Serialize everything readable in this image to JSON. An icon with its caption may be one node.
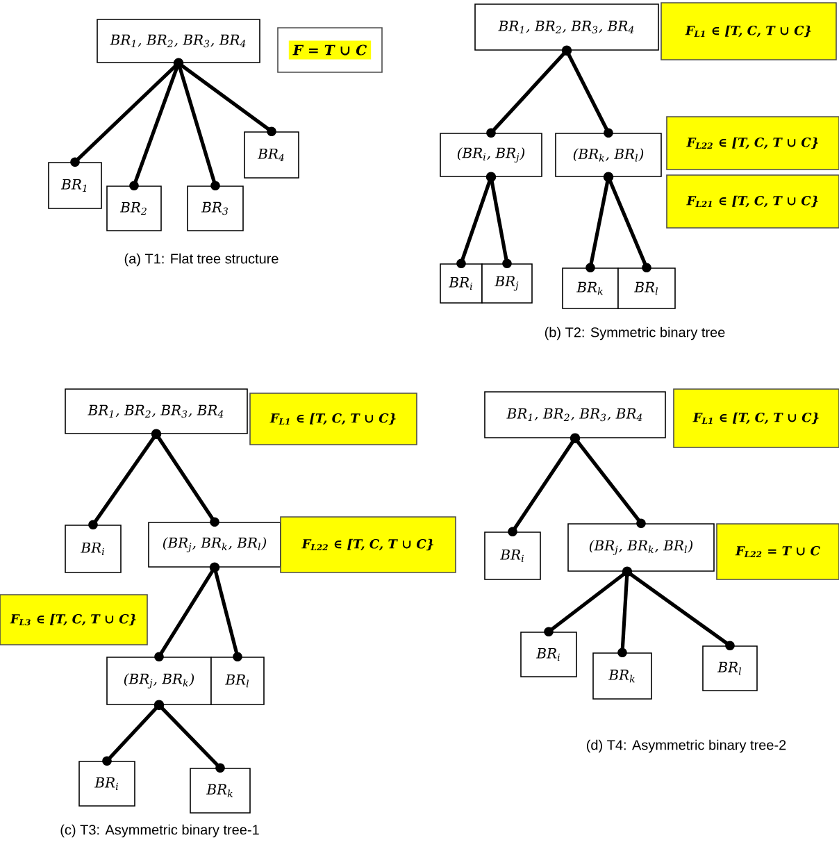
{
  "diagram": {
    "nodes": [
      {
        "text": [
          "BR$_{1}$, BR$_{2}$, BR$_{3}$, BR$_{4}$"
        ]
      },
      {
        "text": [
          "F = T ∪ C"
        ]
      },
      {
        "text": [
          "BR$_{1}$"
        ]
      },
      {
        "text": [
          "BR$_{2}$"
        ]
      },
      {
        "text": [
          "BR$_{3}$"
        ]
      },
      {
        "text": [
          "BR$_{4}$"
        ]
      },
      {
        "text": [
          "BR$_{1}$, BR$_{2}$, BR$_{3}$, BR$_{4}$"
        ]
      },
      {
        "text": [
          "F$_{L1}$ ∈ [T, C, T ∪ C}"
        ]
      },
      {
        "text": [
          "(BR$_{i}$, BR$_{j}$)"
        ]
      },
      {
        "text": [
          "(BR$_{k}$, BR$_{l}$)"
        ]
      },
      {
        "text": [
          "F$_{L22}$ ∈ [T, C, T ∪ C}"
        ]
      },
      {
        "text": [
          "F$_{L21}$ ∈ [T, C, T ∪ C}"
        ]
      },
      {
        "text": [
          "BR$_{i}$"
        ]
      },
      {
        "text": [
          "BR$_{j}$"
        ]
      },
      {
        "text": [
          "BR$_{k}$"
        ]
      },
      {
        "text": [
          "BR$_{l}$"
        ]
      },
      {
        "text": [
          "BR$_{1}$, BR$_{2}$, BR$_{3}$, BR$_{4}$"
        ]
      },
      {
        "text": [
          "F$_{L1}$ ∈ [T, C, T ∪ C}"
        ]
      },
      {
        "text": [
          "BR$_{i}$"
        ]
      },
      {
        "text": [
          "(BR$_{j}$, BR$_{k}$, BR$_{l}$)"
        ]
      },
      {
        "text": [
          "F$_{L22}$ ∈ [T, C, T ∪ C}"
        ]
      },
      {
        "text": [
          "F$_{L3}$ ∈ [T, C, T ∪ C}"
        ]
      },
      {
        "text": [
          "(BR$_{j}$, BR$_{k}$)"
        ]
      },
      {
        "text": [
          "BR$_{l}$"
        ]
      },
      {
        "text": [
          "BR$_{i}$"
        ]
      },
      {
        "text": [
          "BR$_{k}$"
        ]
      },
      {
        "text": [
          "BR$_{1}$, BR$_{2}$, BR$_{3}$, BR$_{4}$"
        ]
      },
      {
        "text": [
          "F$_{L1}$ ∈ [T, C, T ∪ C}"
        ]
      },
      {
        "text": [
          "BR$_{i}$"
        ]
      },
      {
        "text": [
          "(BR$_{j}$, BR$_{k}$, BR$_{l}$)"
        ]
      },
      {
        "text": [
          "F$_{L22}$ = T ∪ C"
        ]
      },
      {
        "text": [
          "BR$_{i}$"
        ]
      },
      {
        "text": [
          "BR$_{k}$"
        ]
      },
      {
        "text": [
          "BR$_{l}$"
        ]
      }
    ],
    "edges": [
      {
        "from": 0,
        "to": 2,
        "arrow": "other"
      },
      {
        "from": 0,
        "to": 3,
        "arrow": "other"
      },
      {
        "from": 0,
        "to": 4,
        "arrow": "other"
      },
      {
        "from": 0,
        "to": 5,
        "arrow": "other"
      },
      {
        "from": 6,
        "to": 8,
        "arrow": "other"
      },
      {
        "from": 6,
        "to": 9,
        "arrow": "other"
      },
      {
        "from": 8,
        "to": 12,
        "arrow": "other"
      },
      {
        "from": 8,
        "to": 13,
        "arrow": "other"
      },
      {
        "from": 9,
        "to": 14,
        "arrow": "other"
      },
      {
        "from": 9,
        "to": 15,
        "arrow": "other"
      },
      {
        "from": 16,
        "to": 18,
        "arrow": "other"
      },
      {
        "from": 16,
        "to": 19,
        "arrow": "other"
      },
      {
        "from": 19,
        "to": 22,
        "arrow": "other"
      },
      {
        "from": 19,
        "to": 23,
        "arrow": "other"
      },
      {
        "from": 22,
        "to": 24,
        "arrow": "other"
      },
      {
        "from": 22,
        "to": 25,
        "arrow": "other"
      },
      {
        "from": 26,
        "to": 28,
        "arrow": "other"
      },
      {
        "from": 26,
        "to": 29,
        "arrow": "other"
      },
      {
        "from": 29,
        "to": 31,
        "arrow": "other"
      },
      {
        "from": 29,
        "to": 32,
        "arrow": "other"
      },
      {
        "from": 29,
        "to": 33,
        "arrow": "other"
      }
    ],
    "labels": [
      "(a)  T1: Flat tree structure",
      "(b) T2:  Symmetric binary tree",
      "(c) T3: Asymmetric  binary tree-1",
      "(d) T4: Asymmetric  binary tree-2"
    ]
  }
}
